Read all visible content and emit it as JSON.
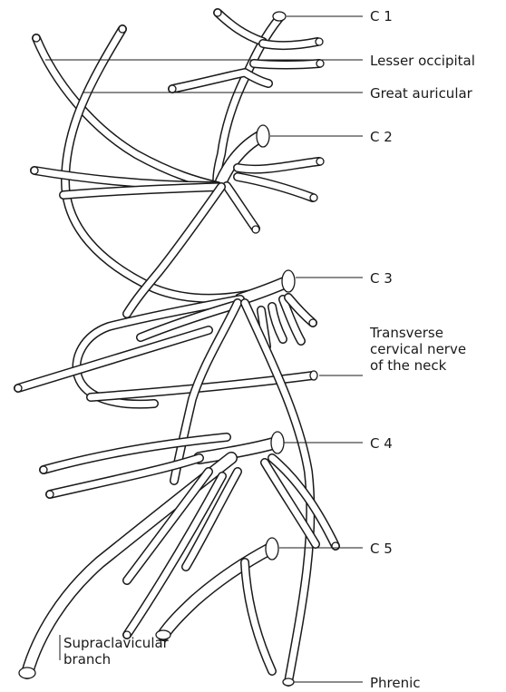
{
  "labels": {
    "c1": "C 1",
    "lesser_occipital": "Lesser occipital",
    "great_auricular": "Great auricular",
    "c2": "C 2",
    "c3": "C 3",
    "transverse_line1": "Transverse",
    "transverse_line2": "cervical nerve",
    "transverse_line3": "of the neck",
    "c4": "C 4",
    "c5": "C 5",
    "supraclavicular_line1": "Supraclavicular",
    "supraclavicular_line2": "branch",
    "phrenic": "Phrenic"
  },
  "colors": {
    "ink": "#1a1a1a",
    "background": "#ffffff"
  }
}
